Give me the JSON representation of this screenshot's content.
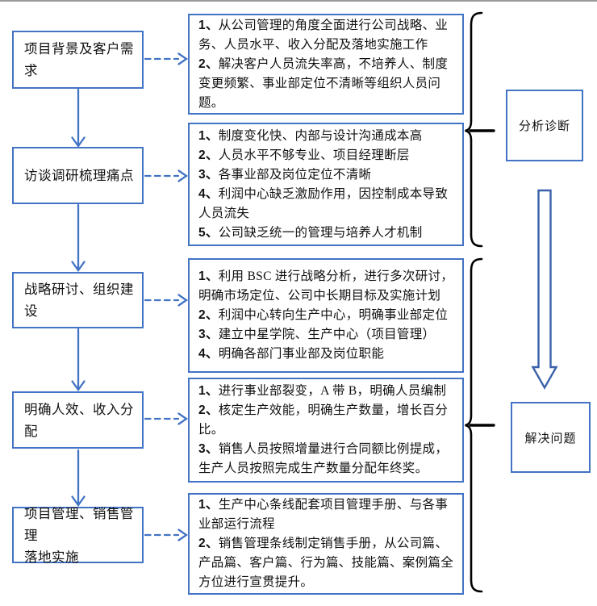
{
  "colors": {
    "box_border": "#4273c4",
    "arrow": "#4273c4",
    "double_arrow_outline": "#3960a8",
    "brace": "#000000",
    "text": "#111111"
  },
  "left_steps": [
    {
      "label": "项目背景及客户需\n求"
    },
    {
      "label": "访谈调研梳理痛点"
    },
    {
      "label": "战略研讨、组织建设"
    },
    {
      "label": "明确人效、收入分配"
    },
    {
      "label": "项目管理、销售管理\n落地实施"
    }
  ],
  "detail_boxes": [
    {
      "items": [
        "1、从公司管理的角度全面进行公司战略、业务、人员水平、收入分配及落地实施工作",
        "2、解决客户人员流失率高，不培养人、制度变更频繁、事业部定位不清晰等组织人员问题。"
      ]
    },
    {
      "items": [
        "1、制度变化快、内部与设计沟通成本高",
        "2、人员水平不够专业、项目经理断层",
        "3、各事业部及岗位定位不清晰",
        "4、利润中心缺乏激励作用，因控制成本导致人员流失",
        "5、公司缺乏统一的管理与培养人才机制"
      ]
    },
    {
      "items": [
        "1、利用 BSC 进行战略分析，进行多次研讨，明确市场定位、公司中长期目标及实施计划",
        "2、利润中心转向生产中心，明确事业部定位",
        "3、建立中星学院、生产中心（项目管理）",
        "4、明确各部门事业部及岗位职能"
      ]
    },
    {
      "items": [
        "1、进行事业部裂变，A 带 B，明确人员编制",
        "2、核定生产效能，明确生产数量，增长百分比。",
        "3、销售人员按照增量进行合同额比例提成，生产人员按照完成生产数量分配年终奖。"
      ]
    },
    {
      "items": [
        "1、生产中心条线配套项目管理手册、与各事业部运行流程",
        "2、销售管理条线制定销售手册，从公司篇、产品篇、客户篇、行为篇、技能篇、案例篇全方位进行宣贯提升。"
      ]
    }
  ],
  "right_labels": [
    {
      "label": "分析诊断"
    },
    {
      "label": "解决问题"
    }
  ]
}
